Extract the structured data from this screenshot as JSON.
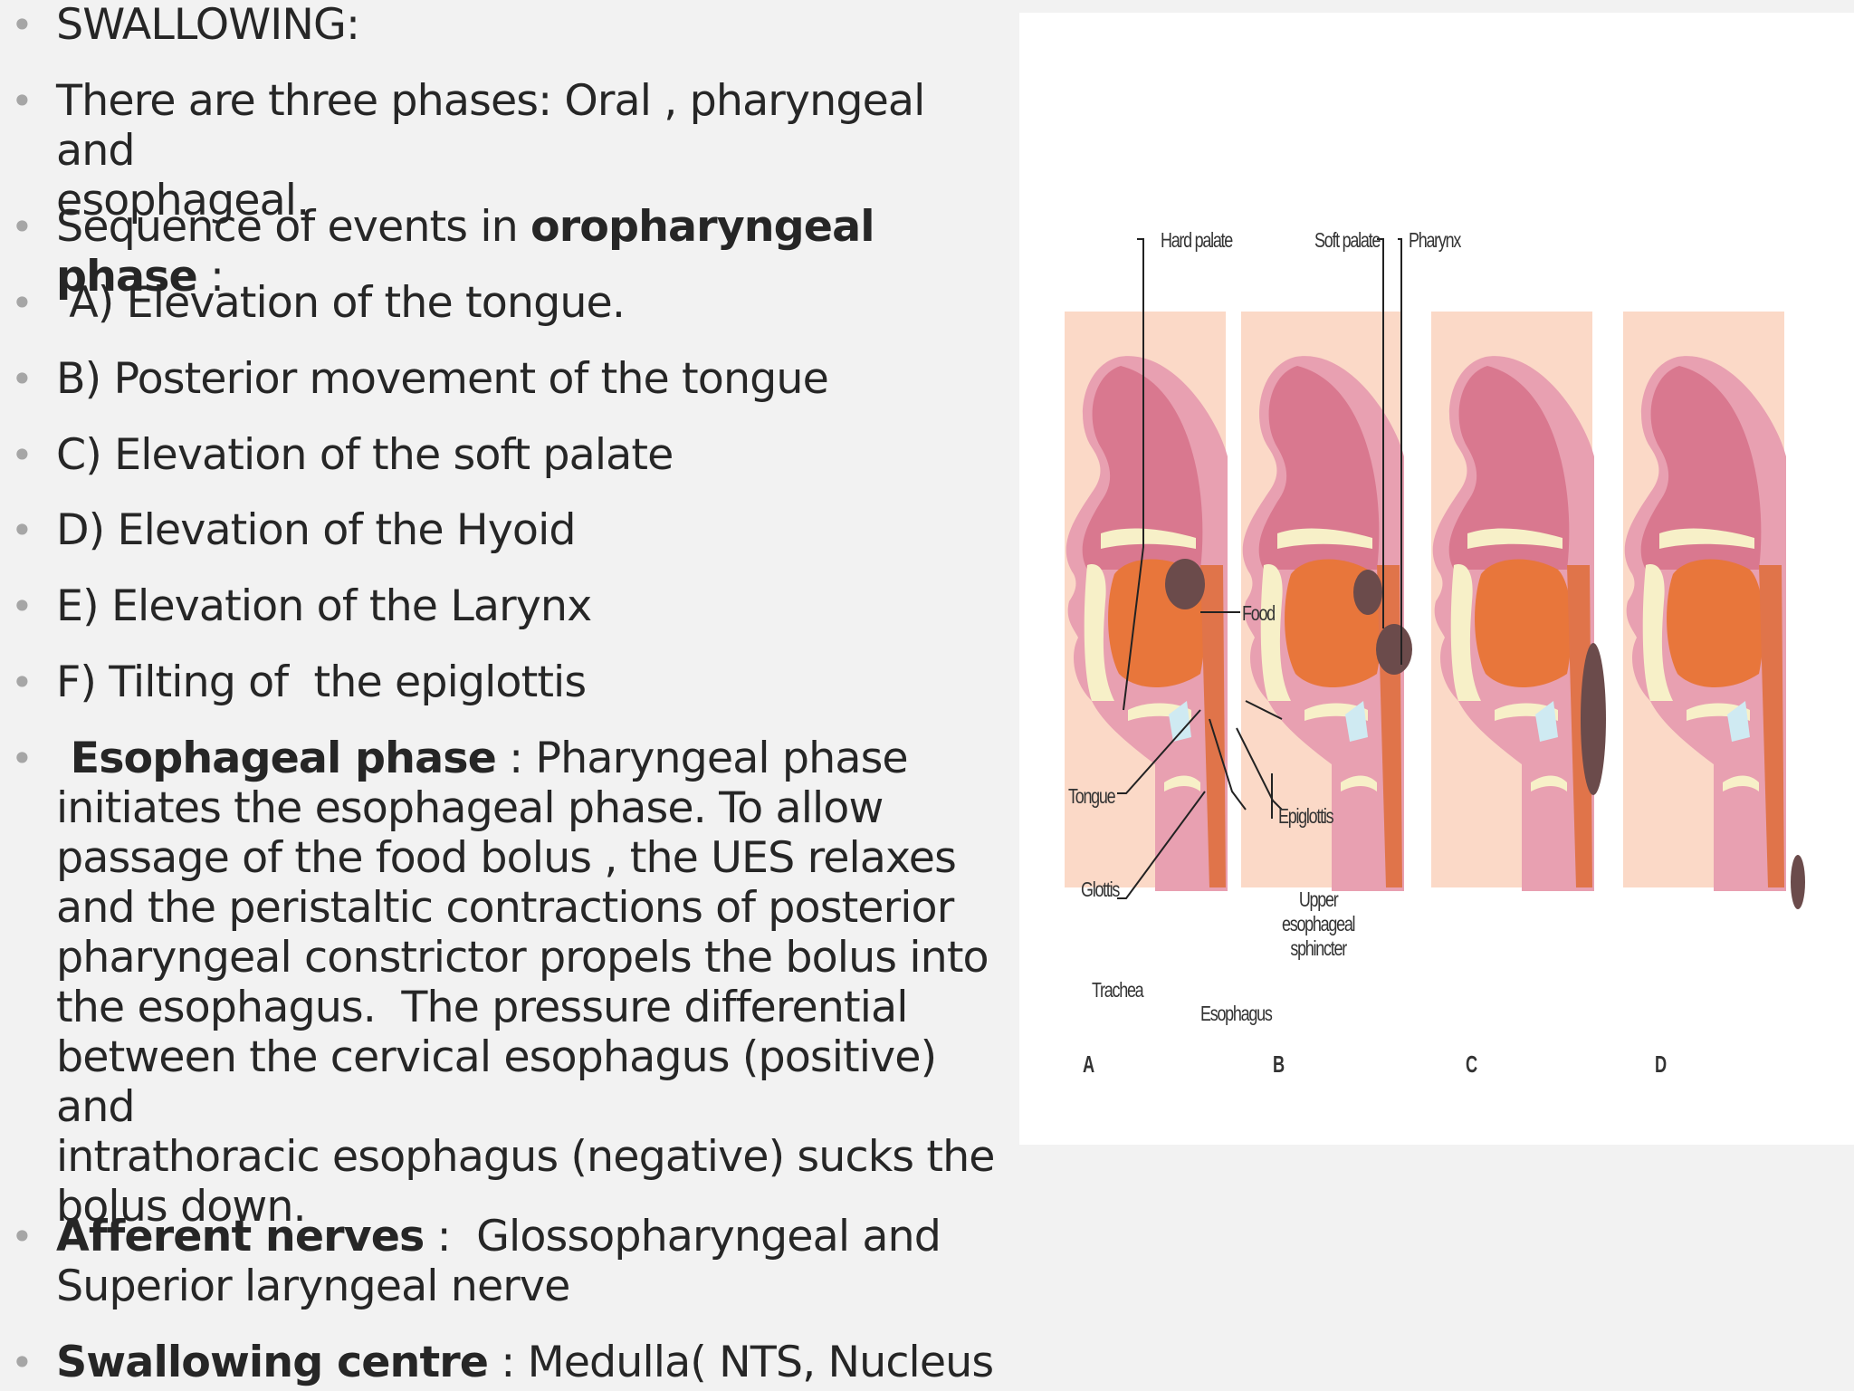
{
  "slide": {
    "bullets": [
      {
        "parts": [
          {
            "text": "SWALLOWING",
            "bold": false
          },
          {
            "text": ":",
            "bold": false
          }
        ]
      },
      {
        "parts": [
          {
            "text": "There are three phases: Oral , pharyngeal and\nesophageal.",
            "bold": false
          }
        ]
      },
      {
        "parts": [
          {
            "text": "Sequence of events in ",
            "bold": false
          },
          {
            "text": "oropharyngeal phase",
            "bold": true
          },
          {
            "text": " :",
            "bold": false
          }
        ]
      },
      {
        "parts": [
          {
            "text": " A) Elevation of the tongue.",
            "bold": false
          }
        ]
      },
      {
        "parts": [
          {
            "text": "B) Posterior movement of the tongue",
            "bold": false
          }
        ]
      },
      {
        "parts": [
          {
            "text": "C) Elevation of the soft palate",
            "bold": false
          }
        ]
      },
      {
        "parts": [
          {
            "text": "D) Elevation of the Hyoid",
            "bold": false
          }
        ]
      },
      {
        "parts": [
          {
            "text": "E) Elevation of the Larynx",
            "bold": false
          }
        ]
      },
      {
        "parts": [
          {
            "text": "F) Tilting of  the epiglottis",
            "bold": false
          }
        ]
      },
      {
        "parts": [
          {
            "text": " Esophageal phase",
            "bold": true
          },
          {
            "text": " : Pharyngeal phase\ninitiates the esophageal phase. To allow\npassage of the food bolus , the UES relaxes\nand the peristaltic contractions of posterior\npharyngeal constrictor propels the bolus into\nthe esophagus.  The pressure differential\nbetween the cervical esophagus (positive) and\nintrathoracic esophagus (negative) sucks the\nbolus down.",
            "bold": false
          }
        ]
      },
      {
        "parts": [
          {
            "text": "Afferent nerves",
            "bold": true
          },
          {
            "text": " :  Glossopharyngeal and\nSuperior laryngeal nerve",
            "bold": false
          }
        ]
      },
      {
        "parts": [
          {
            "text": "Swallowing centre",
            "bold": true
          },
          {
            "text": " : Medulla( NTS, Nucleus",
            "bold": false
          }
        ]
      }
    ],
    "bullet_color": "#a6a6a6",
    "text_color": "#262626",
    "background": "#f2f2f2"
  },
  "figure": {
    "labels": {
      "hard_palate": "Hard palate",
      "soft_palate": "Soft palate",
      "pharynx": "Pharynx",
      "food": "Food",
      "tongue": "Tongue",
      "epiglottis": "Epiglottis",
      "glottis": "Glottis",
      "ues": "Upper\nesophageal\nsphincter",
      "trachea": "Trachea",
      "esophagus": "Esophagus"
    },
    "panels": [
      "A",
      "B",
      "C",
      "D"
    ],
    "colors": {
      "background_rect": "#fbd9c7",
      "tissue": "#e38aa1",
      "tissue_light": "#f0b5c2",
      "tongue": "#e8763b",
      "bone": "#f7f0c8",
      "bolus": "#6b4b4b",
      "esophagus": "#e0744a"
    }
  }
}
